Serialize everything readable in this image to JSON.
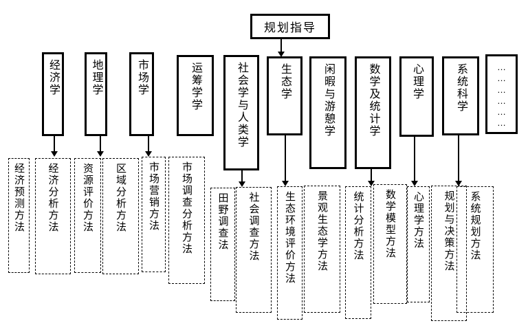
{
  "colors": {
    "line": "#000000",
    "background": "#ffffff"
  },
  "root_node": {
    "label": "规划指导"
  },
  "disciplines": [
    {
      "label": "经济学"
    },
    {
      "label": "地理学"
    },
    {
      "label": "市场学"
    },
    {
      "label": "运筹学学"
    },
    {
      "label": "社会学与人类学"
    },
    {
      "label": "生态学"
    },
    {
      "label": "闲暇与游憩学"
    },
    {
      "label": "数学及统计学"
    },
    {
      "label": "心理学"
    },
    {
      "label": "系统科学"
    },
    {
      "label": "…\n…\n…\n…\n…\n…"
    }
  ],
  "methods": [
    {
      "label": "经济预测方法"
    },
    {
      "label": "经济分析方法"
    },
    {
      "label": "资源评价方法"
    },
    {
      "label": "区域分析方法"
    },
    {
      "label": "市场营销方法"
    },
    {
      "label": "市场调查分析方法"
    },
    {
      "label": "田野调查法"
    },
    {
      "label": "社会调查方法"
    },
    {
      "label": "生态环境评价方法"
    },
    {
      "label": "景观生态学方法"
    },
    {
      "label": "统计分析方法"
    },
    {
      "label": "数学模型方法"
    },
    {
      "label": "心理学方法"
    },
    {
      "label": "规划与决策方法"
    },
    {
      "label": "系统规划方法"
    }
  ]
}
